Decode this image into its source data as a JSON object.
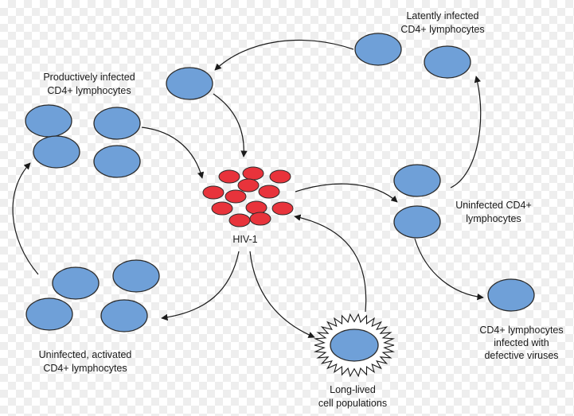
{
  "labels": {
    "latent_line1": "Latently infected",
    "latent_line2": "CD4+ lymphocytes",
    "productive_line1": "Productively infected",
    "productive_line2": "CD4+ lymphocytes",
    "hiv": "HIV-1",
    "uninfected_line1": "Uninfected CD4+",
    "uninfected_line2": "lymphocytes",
    "activated_line1": "Uninfected, activated",
    "activated_line2": "CD4+ lymphocytes",
    "longlived_line1": "Long-lived",
    "longlived_line2": "cell populations",
    "defective_line1": "CD4+ lymphocytes",
    "defective_line2": "infected with",
    "defective_line3": "defective viruses"
  },
  "colors": {
    "cell": "#6fa0d8",
    "virus": "#e8333b",
    "outline": "#2b2b2b"
  }
}
